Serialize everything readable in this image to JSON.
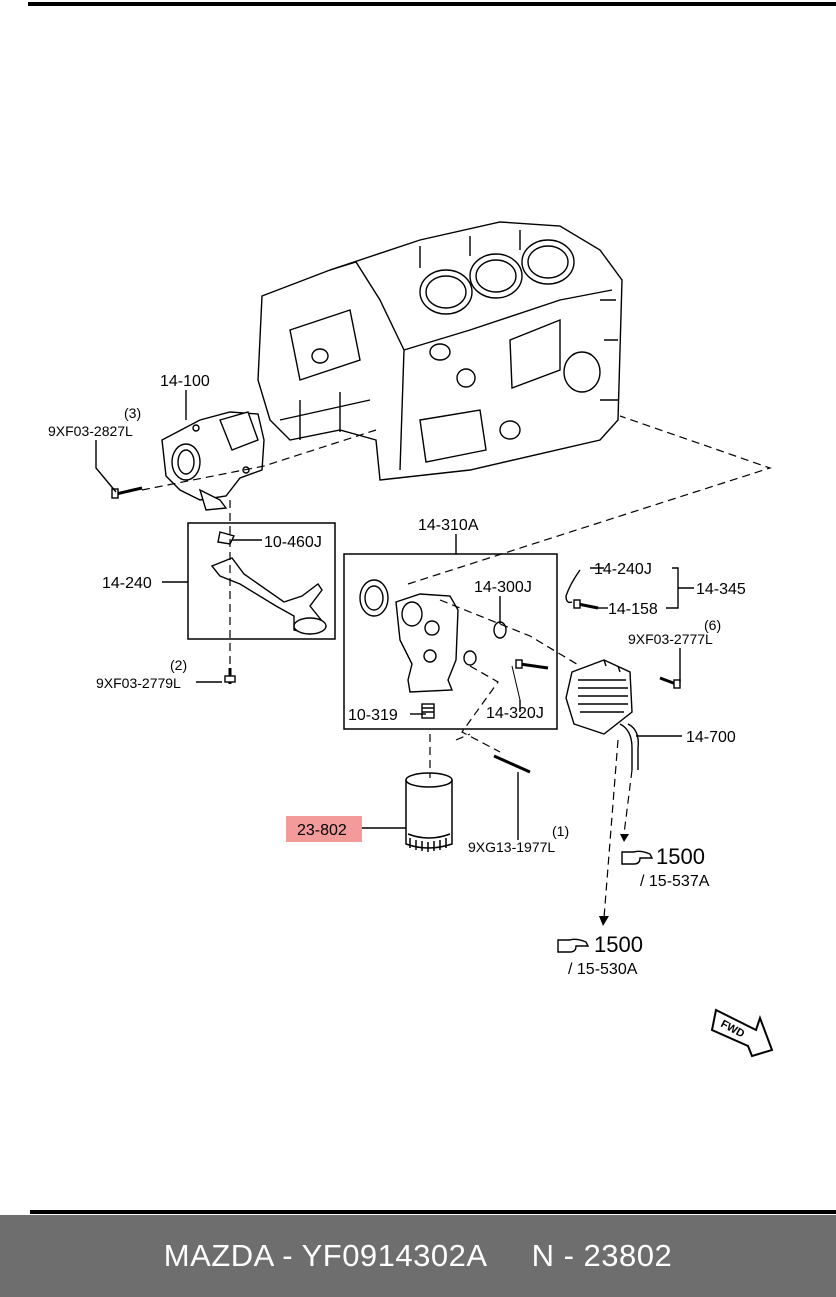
{
  "diagram": {
    "labels": {
      "oil_pump": "14-100",
      "oil_pump_bolt_qty": "(3)",
      "oil_pump_bolt": "9XF03-2827L",
      "gasket": "10-460J",
      "strainer": "14-240",
      "strainer_bolt_qty": "(2)",
      "strainer_bolt": "9XF03-2779L",
      "filter_body": "14-310A",
      "body_oring": "14-300J",
      "bypass_seal": "14-320J",
      "nipple": "10-319",
      "hose": "14-240J",
      "cooler_assy": "14-345",
      "union_bolt": "14-158",
      "cooler_bolt_qty": "(6)",
      "cooler_bolt": "9XF03-2777L",
      "oil_cooler": "14-700",
      "oil_filter": "23-802",
      "stud_qty": "(1)",
      "stud": "9XG13-1977L",
      "ref1_num": "1500",
      "ref1_sub": "/ 15-537A",
      "ref2_num": "1500",
      "ref2_sub": "/ 15-530A",
      "fwd": "FWD"
    },
    "highlight_color": "#f39a9a",
    "icons": [
      "pointing-hand-icon",
      "fwd-arrow-icon"
    ]
  },
  "footer": {
    "brand": "MAZDA - YF0914302A",
    "code": "N - 23802",
    "background": "#6e6e6e"
  }
}
